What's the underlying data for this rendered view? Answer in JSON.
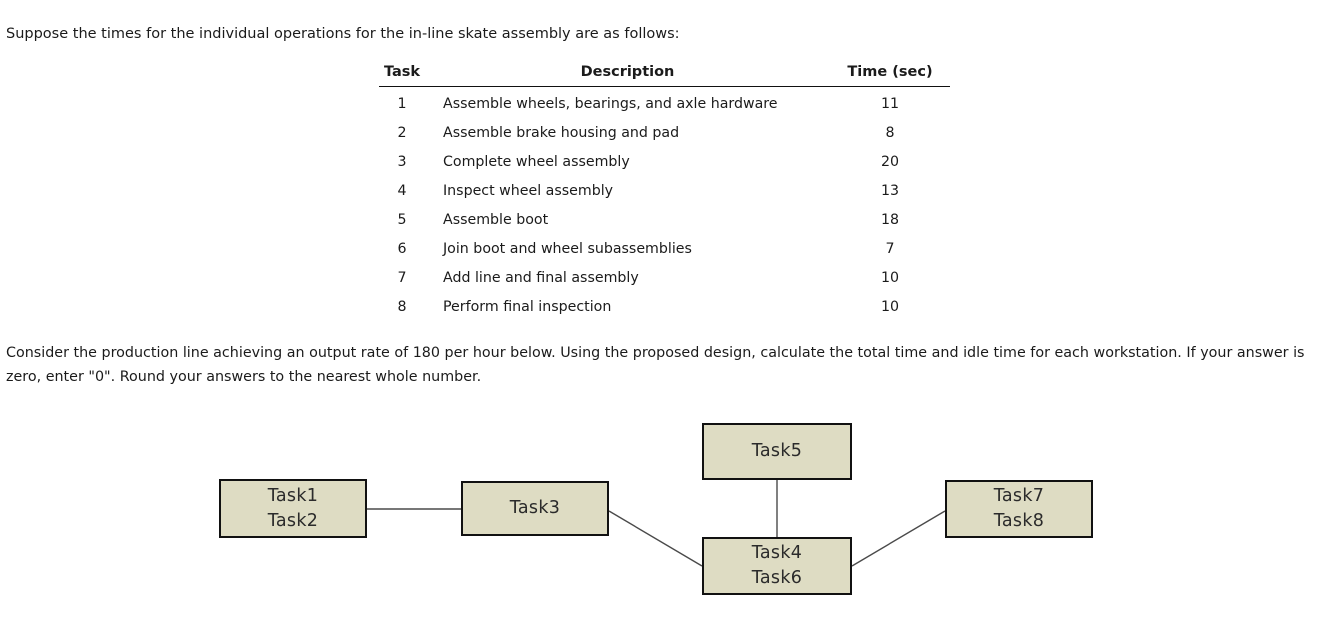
{
  "intro": {
    "text": "Suppose the times for the individual operations for the in-line skate assembly are as follows:"
  },
  "table": {
    "columns": [
      "Task",
      "Description",
      "Time (sec)"
    ],
    "rows": [
      {
        "task": "1",
        "description": "Assemble wheels, bearings, and axle hardware",
        "time": "11"
      },
      {
        "task": "2",
        "description": "Assemble brake housing and pad",
        "time": "8"
      },
      {
        "task": "3",
        "description": "Complete wheel assembly",
        "time": "20"
      },
      {
        "task": "4",
        "description": "Inspect wheel assembly",
        "time": "13"
      },
      {
        "task": "5",
        "description": "Assemble boot",
        "time": "18"
      },
      {
        "task": "6",
        "description": "Join boot and wheel subassemblies",
        "time": "7"
      },
      {
        "task": "7",
        "description": "Add line and final assembly",
        "time": "10"
      },
      {
        "task": "8",
        "description": "Perform final inspection",
        "time": "10"
      }
    ]
  },
  "prompt": {
    "line1": "Consider the production line achieving an output rate of 180 per hour below. Using the proposed design, calculate the total time and idle time for each workstation. If your",
    "line2": "answer is zero, enter \"0\". Round your answers to the nearest whole number.",
    "output_rate": "180 per hour"
  },
  "diagram": {
    "type": "precedence-workstation-flow",
    "box_fill": "#dedcc3",
    "box_border": "#111111",
    "connector_color": "#4a4a4a",
    "nodes": [
      {
        "id": "station-1",
        "lines": [
          "Task1",
          "Task2"
        ]
      },
      {
        "id": "station-2",
        "lines": [
          "Task3"
        ]
      },
      {
        "id": "station-3",
        "lines": [
          "Task5"
        ]
      },
      {
        "id": "station-4",
        "lines": [
          "Task4",
          "Task6"
        ]
      },
      {
        "id": "station-5",
        "lines": [
          "Task7",
          "Task8"
        ]
      }
    ],
    "edges": [
      {
        "from": "station-1",
        "to": "station-2"
      },
      {
        "from": "station-2",
        "to": "station-4"
      },
      {
        "from": "station-3",
        "to": "station-4"
      },
      {
        "from": "station-4",
        "to": "station-5"
      }
    ]
  }
}
